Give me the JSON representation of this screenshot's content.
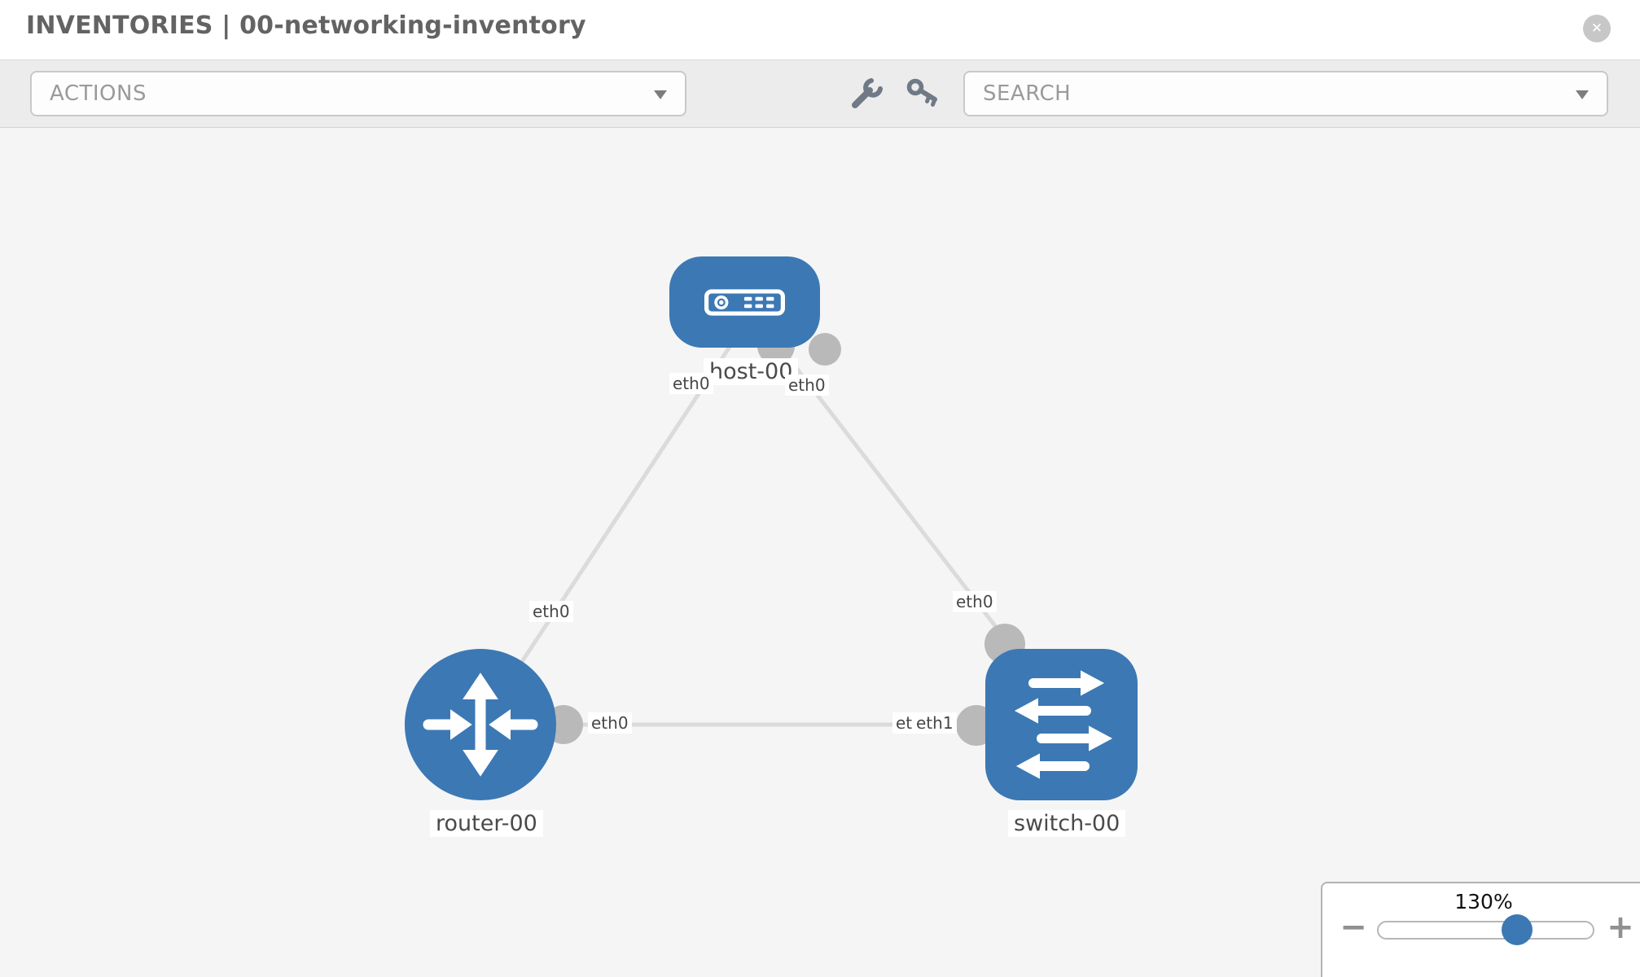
{
  "header": {
    "title": "INVENTORIES | 00-networking-inventory",
    "close_glyph": "✕"
  },
  "toolbar": {
    "actions_label": "ACTIONS",
    "search_label": "SEARCH"
  },
  "topology": {
    "nodes": [
      {
        "name": "host-00",
        "type": "host"
      },
      {
        "name": "router-00",
        "type": "router"
      },
      {
        "name": "switch-00",
        "type": "switch"
      }
    ],
    "links": [
      {
        "from": "host-00",
        "to": "router-00",
        "from_interface": "eth0",
        "to_interface": "eth0"
      },
      {
        "from": "host-00",
        "to": "switch-00",
        "from_interface": "eth0",
        "to_interface": "eth0"
      },
      {
        "from": "router-00",
        "to": "switch-00",
        "from_interface": "eth0",
        "to_interface": "eth1",
        "overlapping_label": "eth0"
      }
    ]
  },
  "zoom_control": {
    "level": "130%",
    "minus_glyph": "−",
    "plus_glyph": "+"
  },
  "colors": {
    "node_blue": "#3c78b4",
    "link_gray": "#dbdbdb",
    "connector_gray": "#b9b9b9",
    "toolbar_gray": "#ececec",
    "canvas_gray": "#f5f5f5"
  }
}
